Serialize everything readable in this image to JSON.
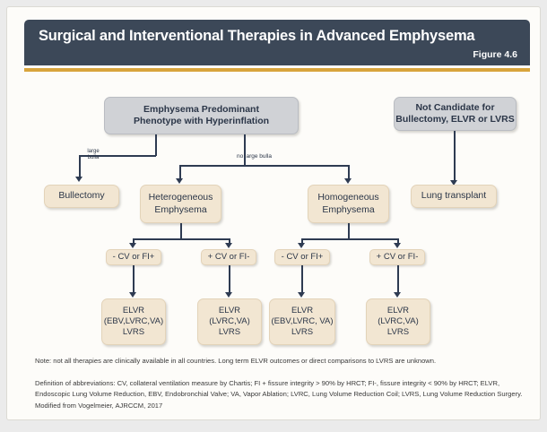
{
  "header": {
    "title": "Surgical and Interventional Therapies in Advanced Emphysema",
    "figure_label": "Figure  4.6",
    "background_color": "#3c4858",
    "accent_color": "#d8a43c"
  },
  "diagram": {
    "nodes": {
      "root": "Emphysema Predominant\nPhenotype with Hyperinflation",
      "not_candidate": "Not Candidate for\nBullectomy, ELVR or LVRS",
      "bullectomy": "Bullectomy",
      "heterogeneous": "Heterogeneous\nEmphysema",
      "homogeneous": "Homogeneous\nEmphysema",
      "lung_transplant": "Lung transplant",
      "het_left_criteria": "- CV or FI+",
      "het_right_criteria": "+ CV or FI-",
      "hom_left_criteria": "- CV or FI+",
      "hom_right_criteria": "+ CV or FI-",
      "outcome_1": "ELVR\n(EBV,LVRC,VA)\nLVRS",
      "outcome_2": "ELVR\n(LVRC,VA)\nLVRS",
      "outcome_3": "ELVR\n(EBV,LVRC, VA)\nLVRS",
      "outcome_4": "ELVR\n(LVRC,VA)\nLVRS"
    },
    "edge_labels": {
      "large_bulla": "large\nbulla",
      "no_large_bulla": "no large bulla"
    },
    "colors": {
      "gray_node": "#d0d2d6",
      "cream_node": "#f2e6d2",
      "connector": "#2e3b52",
      "text": "#2b3648"
    }
  },
  "footnotes": {
    "note": "Note: not all therapies are clinically available in all countries. Long term ELVR outcomes or direct comparisons to LVRS are unknown.",
    "abbreviations": "Definition of abbreviations: CV, collateral ventilation measure by Chartis; FI + fissure integrity > 90% by HRCT; FI-, fissure integrity < 90% by HRCT;  ELVR, Endoscopic Lung Volume Reduction, EBV, Endobronchial Valve; VA, Vapor Ablation; LVRC, Lung Volume Reduction Coil; LVRS, Lung Volume Reduction Surgery. Modified from Vogelmeier, AJRCCM, 2017"
  }
}
